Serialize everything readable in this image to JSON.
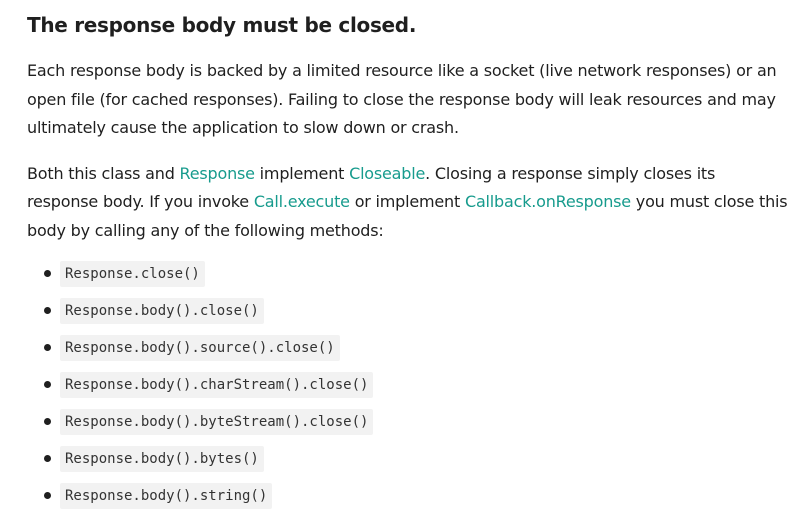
{
  "heading": "The response body must be closed.",
  "paragraph1": "Each response body is backed by a limited resource like a socket (live network responses) or an open file (for cached responses). Failing to close the response body will leak resources and may ultimately cause the application to slow down or crash.",
  "paragraph2": {
    "t1": "Both this class and ",
    "link_response": "Response",
    "t2": " implement ",
    "link_closeable": "Closeable",
    "t3": ". Closing a response simply closes its response body. If you invoke ",
    "link_call_execute": "Call.execute",
    "t4": " or implement ",
    "link_callback_onresponse": "Callback.onResponse",
    "t5": " you must close this body by calling any of the following methods:"
  },
  "methods": [
    "Response.close()",
    "Response.body().close()",
    "Response.body().source().close()",
    "Response.body().charStream().close()",
    "Response.body().byteStream().close()",
    "Response.body().bytes()",
    "Response.body().string()"
  ],
  "colors": {
    "link": "#179b8d",
    "text": "#1f1f1f",
    "code_background": "#f2f2f2"
  }
}
